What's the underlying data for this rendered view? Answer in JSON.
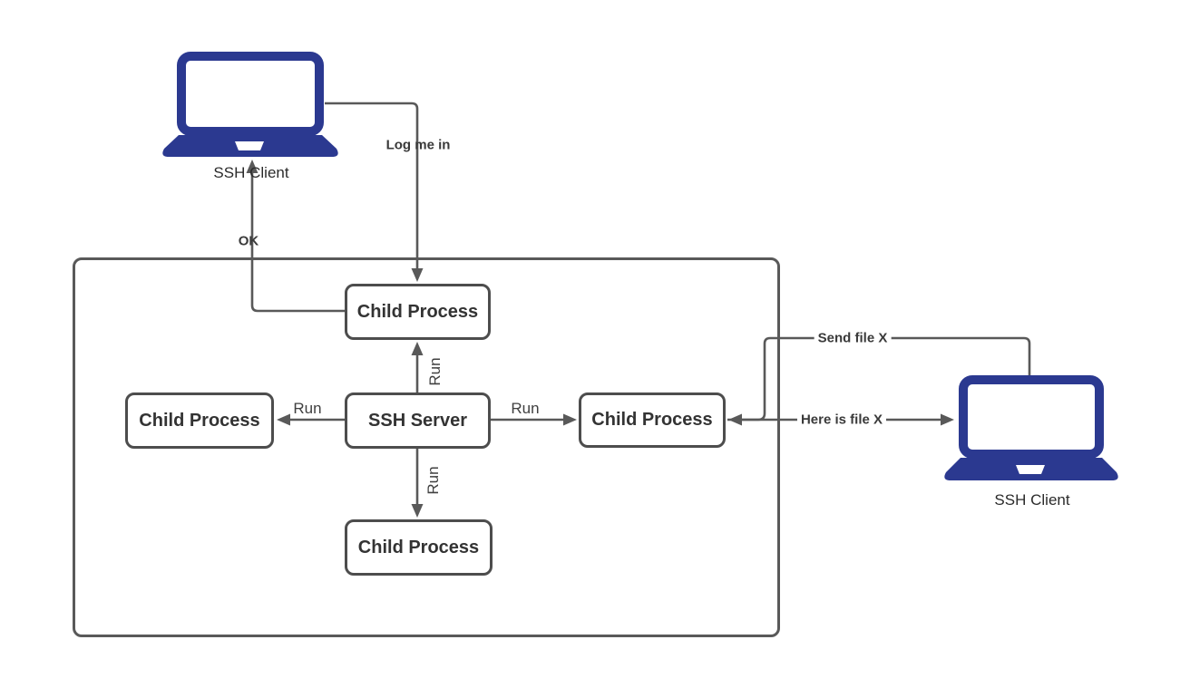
{
  "nodes": {
    "child_top": {
      "label": "Child Process"
    },
    "child_left": {
      "label": "Child Process"
    },
    "child_right": {
      "label": "Child Process"
    },
    "child_bottom": {
      "label": "Child Process"
    },
    "ssh_server": {
      "label": "SSH Server"
    }
  },
  "clients": {
    "top_left": {
      "label": "SSH Client"
    },
    "right": {
      "label": "SSH Client"
    }
  },
  "edges": {
    "log_me_in": {
      "label": "Log me in"
    },
    "ok": {
      "label": "OK"
    },
    "run_top": {
      "label": "Run"
    },
    "run_left": {
      "label": "Run"
    },
    "run_right": {
      "label": "Run"
    },
    "run_bottom": {
      "label": "Run"
    },
    "send_file_x": {
      "label": "Send file X"
    },
    "here_is_file_x": {
      "label": "Here is file X"
    }
  },
  "colors": {
    "laptop": "#2b3990",
    "line": "#595959",
    "node_border": "#4d4d4d",
    "node_text": "#333333",
    "label_text": "#3a3a3a"
  }
}
